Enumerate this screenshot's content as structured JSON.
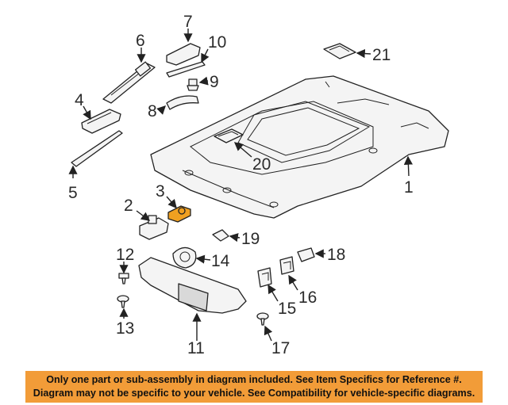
{
  "diagram": {
    "callouts": {
      "c1": "1",
      "c2": "2",
      "c3": "3",
      "c4": "4",
      "c5": "5",
      "c6": "6",
      "c7": "7",
      "c8": "8",
      "c9": "9",
      "c10": "10",
      "c11": "11",
      "c12": "12",
      "c13": "13",
      "c14": "14",
      "c15": "15",
      "c16": "16",
      "c17": "17",
      "c18": "18",
      "c19": "19",
      "c20": "20",
      "c21": "21"
    },
    "highlight_part": "3",
    "highlight_color": "#f0a020"
  },
  "notice": {
    "line1": "Only one part or sub-assembly in diagram included. See Item Specifics for Reference #.",
    "line2": "Diagram may not be specific to your vehicle. See Compatibility for vehicle-specific diagrams.",
    "background": "#f29c38"
  }
}
